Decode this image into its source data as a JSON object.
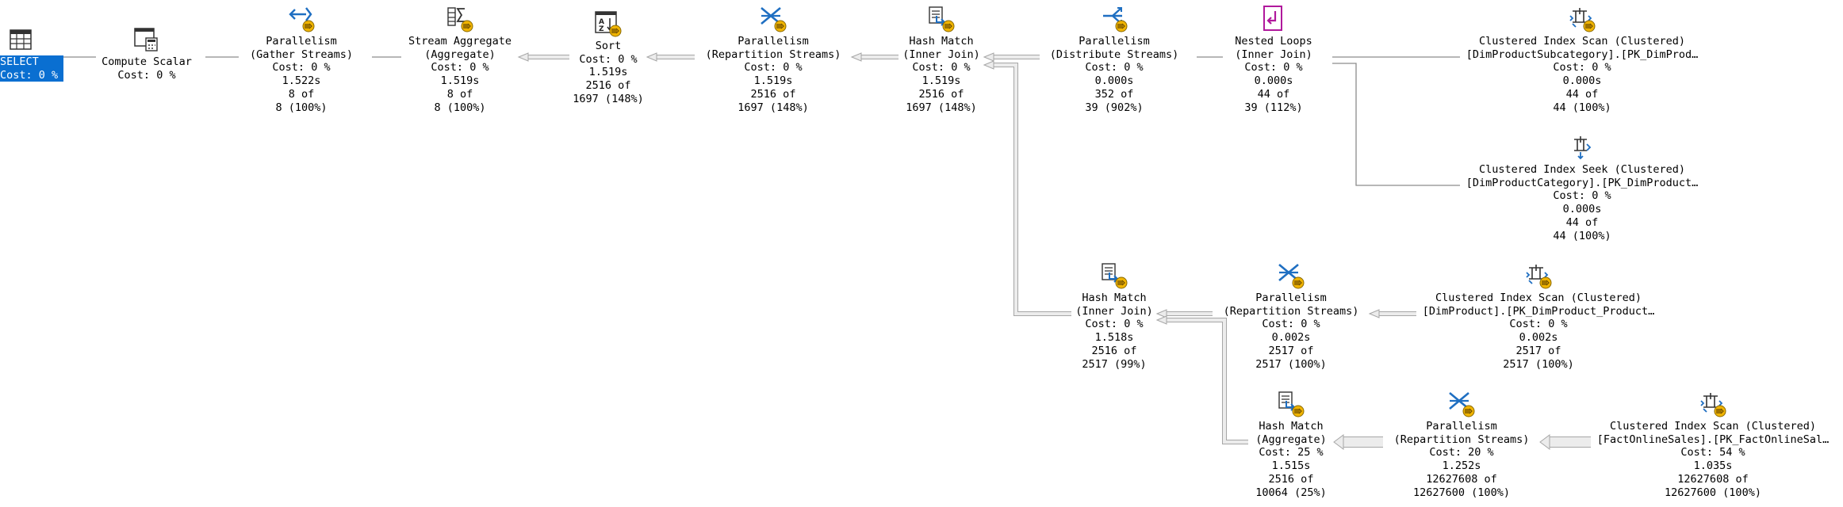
{
  "nodes": [
    {
      "id": "select",
      "icon": "select-icon",
      "lines": [
        "SELECT",
        "Cost: 0 %"
      ]
    },
    {
      "id": "compute-scalar",
      "icon": "compute-scalar-icon",
      "lines": [
        "Compute Scalar",
        "Cost: 0 %"
      ]
    },
    {
      "id": "gather-streams",
      "icon": "parallelism-gather-icon",
      "lines": [
        "Parallelism",
        "(Gather Streams)",
        "Cost: 0 %",
        "1.522s",
        "8 of",
        "8 (100%)"
      ]
    },
    {
      "id": "stream-aggregate",
      "icon": "stream-aggregate-icon",
      "lines": [
        "Stream Aggregate",
        "(Aggregate)",
        "Cost: 0 %",
        "1.519s",
        "8 of",
        "8 (100%)"
      ]
    },
    {
      "id": "sort",
      "icon": "sort-icon",
      "lines": [
        "Sort",
        "Cost: 0 %",
        "1.519s",
        "2516 of",
        "1697 (148%)"
      ]
    },
    {
      "id": "repartition-1",
      "icon": "parallelism-repartition-icon",
      "lines": [
        "Parallelism",
        "(Repartition Streams)",
        "Cost: 0 %",
        "1.519s",
        "2516 of",
        "1697 (148%)"
      ]
    },
    {
      "id": "hash-match-1",
      "icon": "hash-match-icon",
      "lines": [
        "Hash Match",
        "(Inner Join)",
        "Cost: 0 %",
        "1.519s",
        "2516 of",
        "1697 (148%)"
      ]
    },
    {
      "id": "distribute-streams",
      "icon": "parallelism-distribute-icon",
      "lines": [
        "Parallelism",
        "(Distribute Streams)",
        "Cost: 0 %",
        "0.000s",
        "352 of",
        "39 (902%)"
      ]
    },
    {
      "id": "nested-loops",
      "icon": "nested-loops-icon",
      "lines": [
        "Nested Loops",
        "(Inner Join)",
        "Cost: 0 %",
        "0.000s",
        "44 of",
        "39 (112%)"
      ]
    },
    {
      "id": "ci-scan-subcategory",
      "icon": "clustered-index-scan-icon",
      "lines": [
        "Clustered Index Scan (Clustered)",
        "[DimProductSubcategory].[PK_DimProd…",
        "Cost: 0 %",
        "0.000s",
        "44 of",
        "44 (100%)"
      ]
    },
    {
      "id": "ci-seek-category",
      "icon": "clustered-index-seek-icon",
      "lines": [
        "Clustered Index Seek (Clustered)",
        "[DimProductCategory].[PK_DimProduct…",
        "Cost: 0 %",
        "0.000s",
        "44 of",
        "44 (100%)"
      ]
    },
    {
      "id": "hash-match-2",
      "icon": "hash-match-icon",
      "lines": [
        "Hash Match",
        "(Inner Join)",
        "Cost: 0 %",
        "1.518s",
        "2516 of",
        "2517 (99%)"
      ]
    },
    {
      "id": "repartition-2",
      "icon": "parallelism-repartition-icon",
      "lines": [
        "Parallelism",
        "(Repartition Streams)",
        "Cost: 0 %",
        "0.002s",
        "2517 of",
        "2517 (100%)"
      ]
    },
    {
      "id": "ci-scan-product",
      "icon": "clustered-index-scan-icon",
      "lines": [
        "Clustered Index Scan (Clustered)",
        "[DimProduct].[PK_DimProduct_Product…",
        "Cost: 0 %",
        "0.002s",
        "2517 of",
        "2517 (100%)"
      ]
    },
    {
      "id": "hash-match-aggregate",
      "icon": "hash-match-icon",
      "lines": [
        "Hash Match",
        "(Aggregate)",
        "Cost: 25 %",
        "1.515s",
        "2516 of",
        "10064 (25%)"
      ]
    },
    {
      "id": "repartition-3",
      "icon": "parallelism-repartition-icon",
      "lines": [
        "Parallelism",
        "(Repartition Streams)",
        "Cost: 20 %",
        "1.252s",
        "12627608 of",
        "12627600 (100%)"
      ]
    },
    {
      "id": "ci-scan-sales",
      "icon": "clustered-index-scan-icon",
      "lines": [
        "Clustered Index Scan (Clustered)",
        "[FactOnlineSales].[PK_FactOnlineSal…",
        "Cost: 54 %",
        "1.035s",
        "12627608 of",
        "12627600 (100%)"
      ]
    }
  ],
  "edges": [
    {
      "from": "compute-scalar",
      "to": "select",
      "weight": 1
    },
    {
      "from": "gather-streams",
      "to": "compute-scalar",
      "weight": 1
    },
    {
      "from": "stream-aggregate",
      "to": "gather-streams",
      "weight": 1
    },
    {
      "from": "sort",
      "to": "stream-aggregate",
      "weight": 2
    },
    {
      "from": "repartition-1",
      "to": "sort",
      "weight": 2
    },
    {
      "from": "hash-match-1",
      "to": "repartition-1",
      "weight": 2
    },
    {
      "from": "distribute-streams",
      "to": "hash-match-1",
      "weight": 2
    },
    {
      "from": "nested-loops",
      "to": "distribute-streams",
      "weight": 1
    },
    {
      "from": "ci-scan-subcategory",
      "to": "nested-loops",
      "weight": 1
    },
    {
      "from": "ci-seek-category",
      "to": "nested-loops",
      "weight": 1
    },
    {
      "from": "hash-match-2",
      "to": "hash-match-1",
      "weight": 2
    },
    {
      "from": "repartition-2",
      "to": "hash-match-2",
      "weight": 2
    },
    {
      "from": "ci-scan-product",
      "to": "repartition-2",
      "weight": 2
    },
    {
      "from": "hash-match-aggregate",
      "to": "hash-match-2",
      "weight": 2
    },
    {
      "from": "repartition-3",
      "to": "hash-match-aggregate",
      "weight": 4
    },
    {
      "from": "ci-scan-sales",
      "to": "repartition-3",
      "weight": 4
    }
  ],
  "colors": {
    "selection": "#0a6fd1",
    "icon_blue": "#1f6fc2",
    "icon_badge": "#f0b400",
    "connector_stroke": "#a6a6a6",
    "connector_fill": "#ececec"
  }
}
